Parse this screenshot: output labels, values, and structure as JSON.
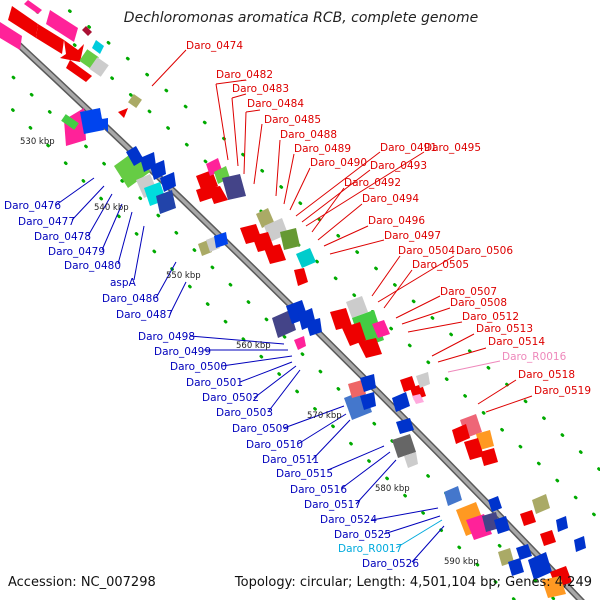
{
  "title": "Dechloromonas aromatica RCB, complete genome",
  "footer": {
    "accession": "Accession: NC_007298",
    "summary": "Topology: circular; Length: 4,501,104 bp; Genes: 4,249"
  },
  "colors": {
    "backbone": "#8a8a8a",
    "backbone_edge": "#5a5a5a",
    "forward_label": "#dd0000",
    "reverse_label": "#0000bb",
    "pseudo_label": "#ee88bb",
    "rna_label": "#00aadd",
    "tick_mark": "#009900"
  },
  "ticks": [
    {
      "label": "530 kbp"
    },
    {
      "label": "540 kbp"
    },
    {
      "label": "550 kbp"
    },
    {
      "label": "560 kbp"
    },
    {
      "label": "570 kbp"
    },
    {
      "label": "580 kbp"
    },
    {
      "label": "590 kbp"
    }
  ],
  "forward_genes": [
    {
      "label": "Daro_0474"
    },
    {
      "label": "Daro_0482"
    },
    {
      "label": "Daro_0483"
    },
    {
      "label": "Daro_0484"
    },
    {
      "label": "Daro_0485"
    },
    {
      "label": "Daro_0488"
    },
    {
      "label": "Daro_0489"
    },
    {
      "label": "Daro_0490"
    },
    {
      "label": "Daro_0491"
    },
    {
      "label": "Daro_0493"
    },
    {
      "label": "Daro_0495"
    },
    {
      "label": "Daro_0492"
    },
    {
      "label": "Daro_0494"
    },
    {
      "label": "Daro_0496"
    },
    {
      "label": "Daro_0497"
    },
    {
      "label": "Daro_0504"
    },
    {
      "label": "Daro_0506"
    },
    {
      "label": "Daro_0505"
    },
    {
      "label": "Daro_0507"
    },
    {
      "label": "Daro_0508"
    },
    {
      "label": "Daro_0512"
    },
    {
      "label": "Daro_0513"
    },
    {
      "label": "Daro_0514"
    },
    {
      "label": "Daro_R0016"
    },
    {
      "label": "Daro_0518"
    },
    {
      "label": "Daro_0519"
    }
  ],
  "reverse_genes": [
    {
      "label": "Daro_0476"
    },
    {
      "label": "Daro_0477"
    },
    {
      "label": "Daro_0478"
    },
    {
      "label": "Daro_0479"
    },
    {
      "label": "Daro_0480"
    },
    {
      "label": "aspA"
    },
    {
      "label": "Daro_0486"
    },
    {
      "label": "Daro_0487"
    },
    {
      "label": "Daro_0498"
    },
    {
      "label": "Daro_0499"
    },
    {
      "label": "Daro_0500"
    },
    {
      "label": "Daro_0501"
    },
    {
      "label": "Daro_0502"
    },
    {
      "label": "Daro_0503"
    },
    {
      "label": "Daro_0509"
    },
    {
      "label": "Daro_0510"
    },
    {
      "label": "Daro_0511"
    },
    {
      "label": "Daro_0515"
    },
    {
      "label": "Daro_0516"
    },
    {
      "label": "Daro_0517"
    },
    {
      "label": "Daro_0524"
    },
    {
      "label": "Daro_0525"
    },
    {
      "label": "Daro_R0017"
    },
    {
      "label": "Daro_0526"
    }
  ]
}
